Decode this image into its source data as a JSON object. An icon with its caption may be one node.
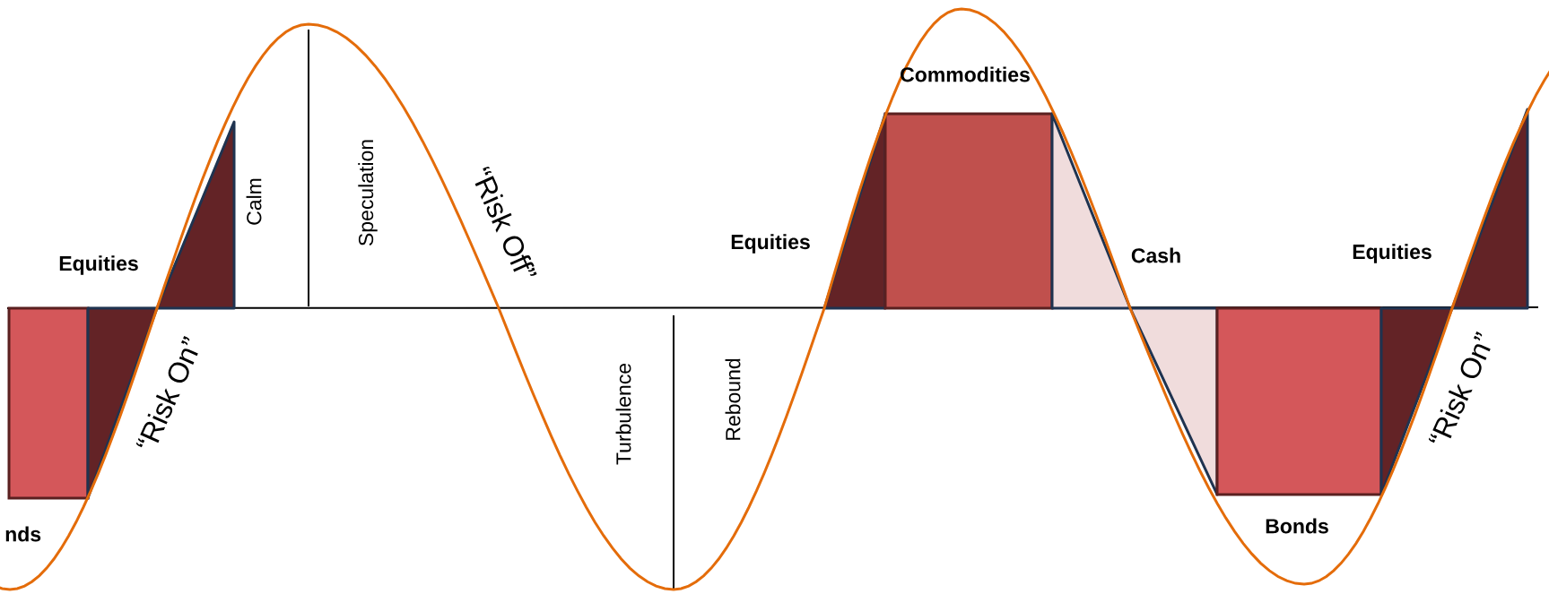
{
  "diagram": {
    "labels": [
      "Commodities",
      "Calm",
      "Speculation",
      "“Risk Off”",
      "Equities",
      "Equities",
      "Cash",
      "Equities",
      "“Risk On”",
      "Turbulence",
      "Rebound",
      "“Risk On”",
      "nds",
      "Bonds"
    ]
  }
}
